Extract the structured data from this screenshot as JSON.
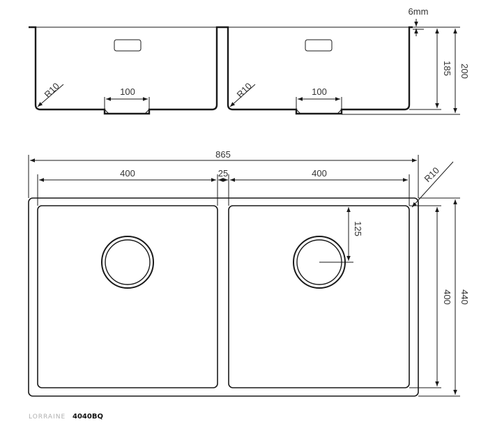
{
  "section_view": {
    "wall_thickness": "6mm",
    "inner_depth": "185",
    "outer_depth": "200",
    "left_bowl": {
      "corner_radius": "R10",
      "waste_width": "100"
    },
    "right_bowl": {
      "corner_radius": "R10",
      "waste_width": "100"
    }
  },
  "plan_view": {
    "overall_width": "865",
    "left_bowl_width": "400",
    "divider_width": "25",
    "right_bowl_width": "400",
    "corner_radius": "R10",
    "drain_offset": "125",
    "bowl_depth": "400",
    "overall_depth": "440"
  },
  "footer": {
    "brand": "LORRAINE",
    "model": "4040BQ"
  }
}
